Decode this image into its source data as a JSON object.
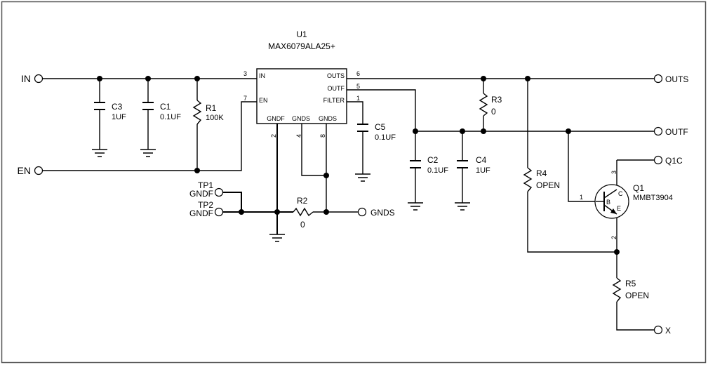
{
  "ic": {
    "ref": "U1",
    "part": "MAX6079ALA25+",
    "pins": {
      "in": "IN",
      "en": "EN",
      "outs": "OUTS",
      "outf": "OUTF",
      "filter": "FILTER",
      "gndf": "GNDF",
      "gnds": "GNDS",
      "gnds2": "GNDS"
    },
    "pin_numbers": {
      "in": "3",
      "en": "7",
      "outs": "6",
      "outf": "5",
      "filter": "1",
      "gndf": "2",
      "gnds": "4",
      "gnds2": "8"
    }
  },
  "ports": {
    "in": "IN",
    "en": "EN",
    "outs": "OUTS",
    "outf": "OUTF",
    "q1c": "Q1C",
    "gnds": "GNDS",
    "x": "X",
    "tp1": "TP1",
    "tp1_net": "GNDF",
    "tp2": "TP2",
    "tp2_net": "GNDF"
  },
  "components": {
    "c3": {
      "ref": "C3",
      "value": "1UF"
    },
    "c1": {
      "ref": "C1",
      "value": "0.1UF"
    },
    "r1": {
      "ref": "R1",
      "value": "100K"
    },
    "c5": {
      "ref": "C5",
      "value": "0.1UF"
    },
    "r2": {
      "ref": "R2",
      "value": "0"
    },
    "c2": {
      "ref": "C2",
      "value": "0.1UF"
    },
    "c4": {
      "ref": "C4",
      "value": "1UF"
    },
    "r3": {
      "ref": "R3",
      "value": "0"
    },
    "r4": {
      "ref": "R4",
      "value": "OPEN"
    },
    "r5": {
      "ref": "R5",
      "value": "OPEN"
    },
    "q1": {
      "ref": "Q1",
      "value": "MMBT3904",
      "pin_b": "B",
      "pin_c": "C",
      "pin_e": "E",
      "pin1": "1",
      "pin2": "2",
      "pin3": "3"
    }
  }
}
